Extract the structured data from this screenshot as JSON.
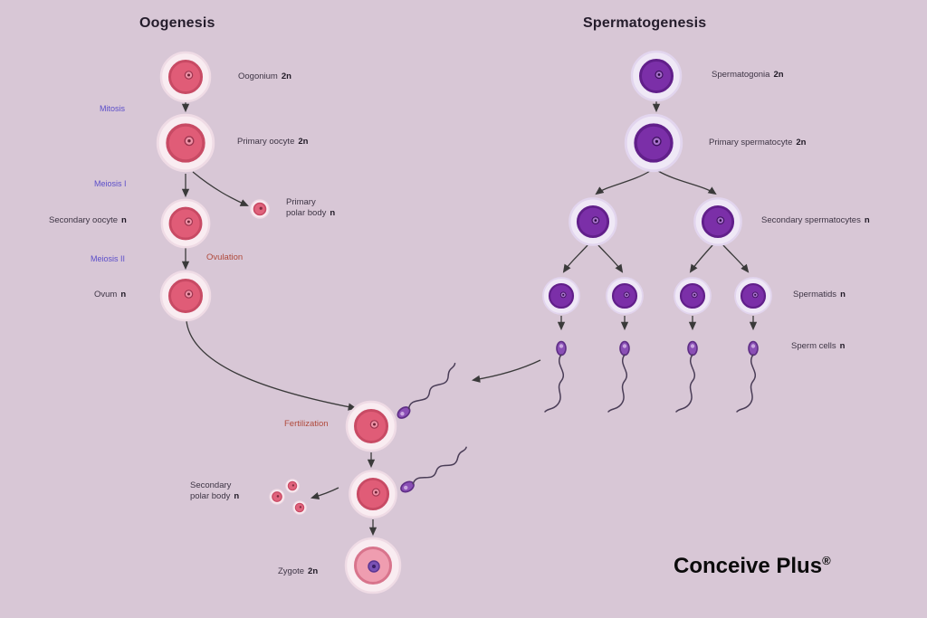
{
  "oogenesis": {
    "title": "Oogenesis",
    "labels": {
      "oogonium": {
        "text": "Oogonium",
        "ploidy": "2n"
      },
      "mitosis": "Mitosis",
      "primary_oocyte": {
        "text": "Primary oocyte",
        "ploidy": "2n"
      },
      "meiosis_i": "Meiosis I",
      "secondary_oocyte": {
        "text": "Secondary oocyte",
        "ploidy": "n"
      },
      "primary_polar_body": {
        "line1": "Primary",
        "line2": "polar body",
        "ploidy": "n"
      },
      "meiosis_ii": "Meiosis II",
      "ovulation": "Ovulation",
      "ovum": {
        "text": "Ovum",
        "ploidy": "n"
      },
      "fertilization": "Fertilization",
      "secondary_polar_body": {
        "line1": "Secondary",
        "line2": "polar body",
        "ploidy": "n"
      },
      "zygote": {
        "text": "Zygote",
        "ploidy": "2n"
      }
    }
  },
  "spermatogenesis": {
    "title": "Spermatogenesis",
    "labels": {
      "spermatogonia": {
        "text": "Spermatogonia",
        "ploidy": "2n"
      },
      "primary_spermatocyte": {
        "text": "Primary spermatocyte",
        "ploidy": "2n"
      },
      "secondary_spermatocytes": {
        "text": "Secondary spermatocytes",
        "ploidy": "n"
      },
      "spermatids": {
        "text": "Spermatids",
        "ploidy": "n"
      },
      "sperm_cells": {
        "text": "Sperm cells",
        "ploidy": "n"
      }
    }
  },
  "brand": {
    "text": "Conceive Plus",
    "mark": "®"
  },
  "colors": {
    "background": "#d8c7d6",
    "oocyte_pink": "#e05c77",
    "sperm_purple": "#7b2fa8",
    "process_label_blue": "#5b4ec9",
    "event_label_red": "#b04a3c",
    "arrow": "#3a3a3a"
  }
}
